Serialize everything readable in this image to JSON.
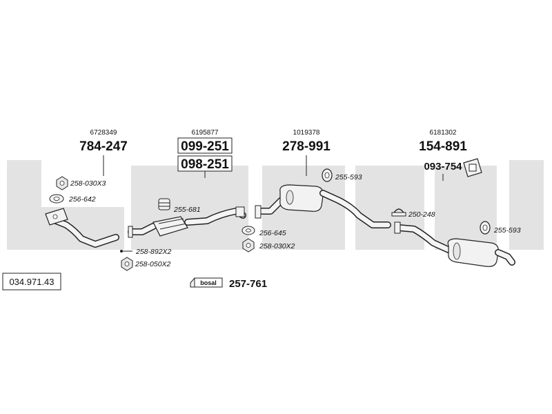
{
  "catalog_number": "034.971.43",
  "logo_text": "bosal",
  "groups": [
    {
      "ref": "6728349",
      "part": "784-247"
    },
    {
      "ref": "6195877",
      "parts": [
        "099-251",
        "098-251"
      ]
    },
    {
      "ref": "1019378",
      "part": "278-991"
    },
    {
      "ref": "6181302",
      "parts": [
        "154-891",
        "093-754"
      ]
    }
  ],
  "accessories": {
    "a1": "258-030X3",
    "a2": "256-642",
    "a3": "255-681",
    "a4": "258-892X2",
    "a5": "258-050X2",
    "a6": "256-645",
    "a7": "258-030X2",
    "a8": "255-593",
    "a9": "250-248",
    "a10": "255-593"
  },
  "kit": {
    "part": "257-761",
    "label": "bosal"
  },
  "colors": {
    "background": "#ffffff",
    "watermark": "#e3e3e3",
    "line": "#222222"
  }
}
